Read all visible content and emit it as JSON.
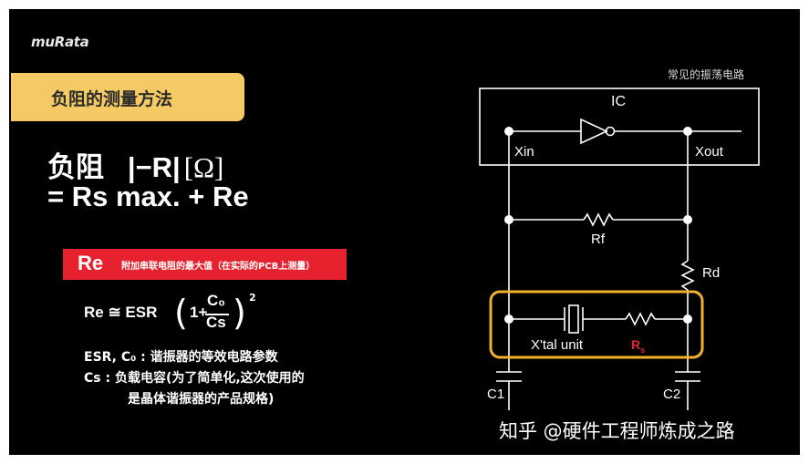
{
  "brand": {
    "logo": "muRata"
  },
  "section_title": "负阻的测量方法",
  "equation": {
    "line1_label": "负阻",
    "line1_expr": "|−R|",
    "line1_unit": "[Ω]",
    "line2": "=  Rs max. + Re"
  },
  "re_definition": {
    "tag": "Re",
    "note": "附加串联电阻的最大值（在实际的PCB上测量）"
  },
  "formula": {
    "lhs": "Re ≅ ESR",
    "one_plus": "1+",
    "numerator": "C₀",
    "denominator": "Cs",
    "exponent": "2"
  },
  "definitions": {
    "line1": "ESR, C₀ : 谐振器的等效电路参数",
    "line2": "Cs : 负载电容(为了简单化,这次使用的",
    "line3": "是晶体谐振器的产品规格)"
  },
  "circuit": {
    "title": "常见的振荡电路",
    "ic_label": "IC",
    "xin_label": "Xin",
    "xout_label": "Xout",
    "rf_label": "Rf",
    "rd_label": "Rd",
    "xtal_label": "X'tal unit",
    "rs_label": "R",
    "rs_sub": "s",
    "c1_label": "C1",
    "c2_label": "C2",
    "colors": {
      "highlight": "#f2b12c",
      "rs": "#e6222f",
      "wire": "#ffffff"
    }
  },
  "watermark": "知乎 @硬件工程师炼成之路"
}
